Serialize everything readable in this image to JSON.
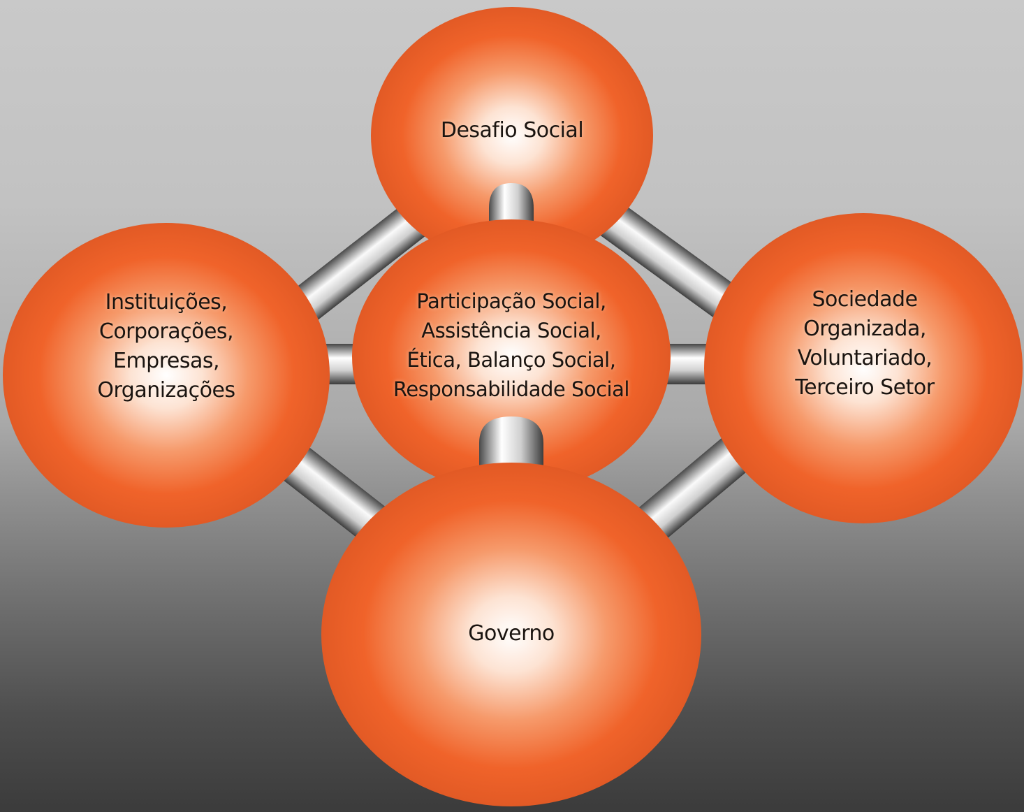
{
  "nodes": {
    "top": {
      "lines": [
        "Desafio Social"
      ]
    },
    "left": {
      "lines": [
        "Instituições,",
        "Corporações,",
        "Empresas,",
        "Organizações"
      ]
    },
    "center": {
      "lines": [
        "Participação Social,",
        "Assistência Social,",
        "Ética, Balanço Social,",
        "Responsabilidade Social"
      ]
    },
    "right": {
      "lines": [
        "Sociedade",
        "Organizada,",
        "Voluntariado,",
        "Terceiro Setor"
      ]
    },
    "bottom": {
      "lines": [
        "Governo"
      ]
    }
  },
  "colors": {
    "sphere": "#f0632a",
    "sphere_highlight": "#ffffff",
    "connector": "#9a9a9a"
  }
}
